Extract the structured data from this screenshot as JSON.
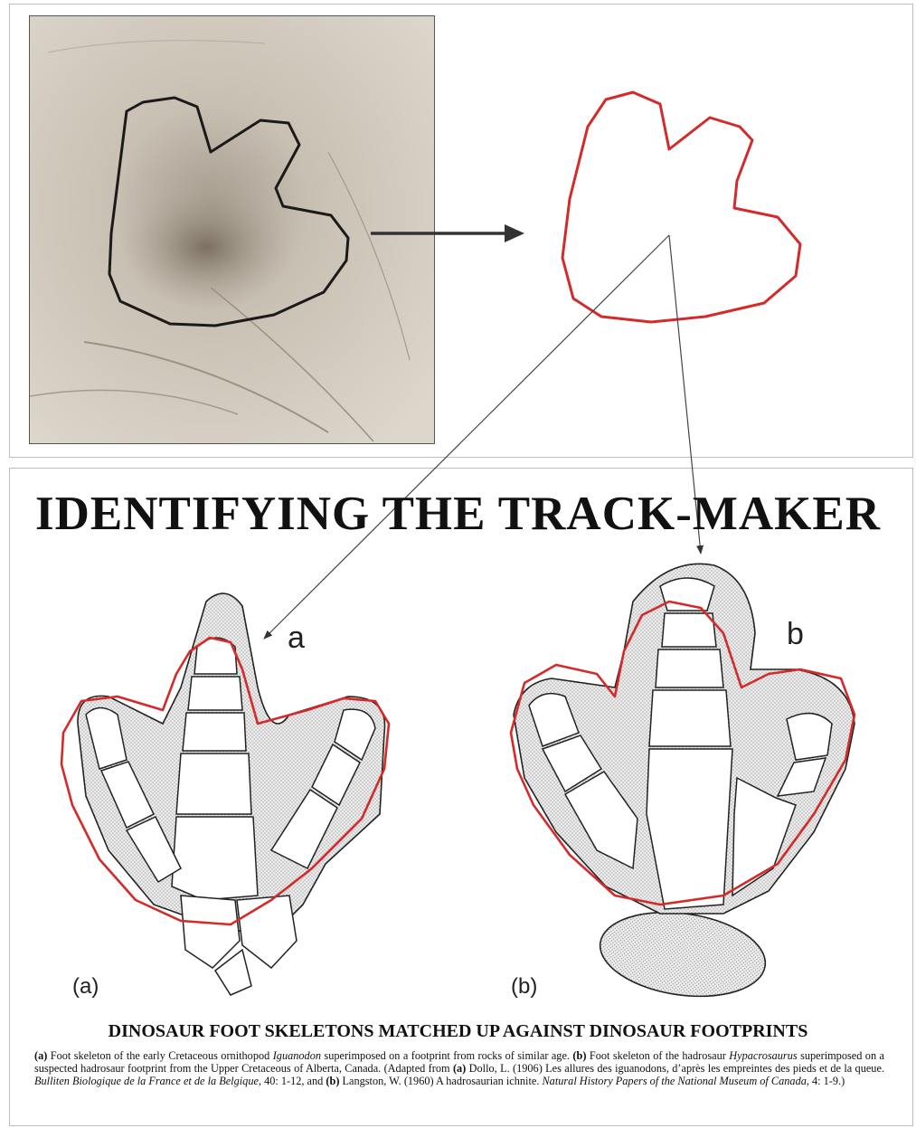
{
  "diagram": {
    "title": "IDENTIFYING THE TRACK-MAKER",
    "label_a": "a",
    "label_b": "b",
    "panel_a_label": "(a)",
    "panel_b_label": "(b)",
    "subheading": "DINOSAUR FOOT SKELETONS MATCHED UP AGAINST DINOSAUR FOOTPRINTS",
    "caption": {
      "p1_bold": "(a)",
      "p1_text": " Foot skeleton of the early Cretaceous ornithopod ",
      "p1_italic": "Iguanodon",
      "p1_text2": " superimposed on a footprint from rocks of similar age. ",
      "p2_bold": "(b)",
      "p2_text": " Foot skeleton of the hadrosaur ",
      "p2_italic": "Hypacrosaurus",
      "p2_text2": " superimposed on a suspected hadrosaur footprint from the Upper Cretaceous of Alberta, Canada. (Adapted from ",
      "ref_a_bold": "(a)",
      "ref_a_text": " Dollo, L. (1906) Les allures des iguanodons, d’après les empreintes des pieds et de la queue. ",
      "ref_a_italic": "Bulliten Biologique de la France et de la Belgique,",
      "ref_a_tail": " 40: 1-12, and ",
      "ref_b_bold": "(b)",
      "ref_b_text": " Langston, W. (1960) A hadrosaurian ichnite. ",
      "ref_b_italic": "Natural History Papers of the National Museum of Canada,",
      "ref_b_tail": " 4: 1-9.)"
    },
    "colors": {
      "trace_outline": "#d42a2a",
      "photo_outline": "#1a1a1a",
      "arrow": "#333333",
      "rock": "#c9c2b6"
    }
  }
}
